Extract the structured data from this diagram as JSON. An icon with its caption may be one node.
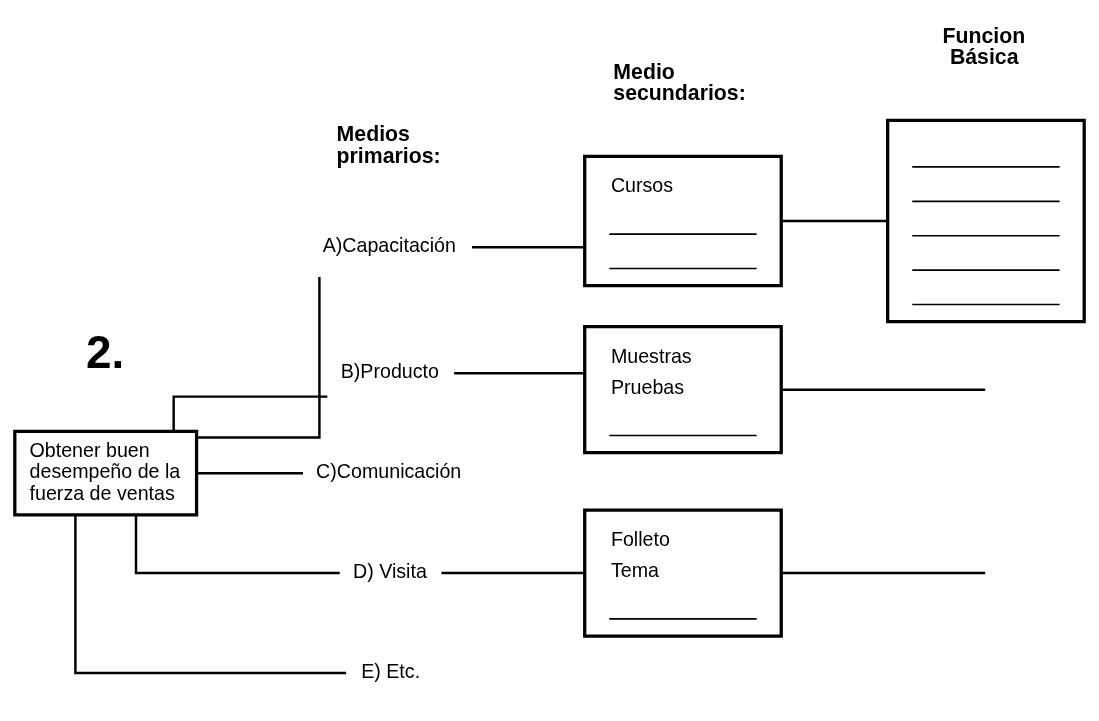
{
  "diagram": {
    "nodes": [
      {
        "text": [
          "Obtener buen desempeño de la fuerza de ventas"
        ]
      },
      {
        "text": [
          "A)Capacitación"
        ]
      },
      {
        "text": [
          "B)Producto"
        ]
      },
      {
        "text": [
          "C)Comunicación"
        ]
      },
      {
        "text": [
          "D) Visita"
        ]
      },
      {
        "text": [
          "E) Etc."
        ]
      },
      {
        "text": [
          "Cursos"
        ]
      },
      {
        "text": [
          "Muestras",
          "Pruebas"
        ]
      },
      {
        "text": [
          "Folleto",
          "Tema"
        ]
      },
      {
        "text": [],
        "shape": "box"
      }
    ],
    "edges": [
      {
        "from": 0,
        "to": 1,
        "arrow": "none"
      },
      {
        "from": 0,
        "to": 2,
        "arrow": "none"
      },
      {
        "from": 0,
        "to": 3,
        "arrow": "none"
      },
      {
        "from": 0,
        "to": 4,
        "arrow": "none"
      },
      {
        "from": 0,
        "to": 5,
        "arrow": "none"
      },
      {
        "from": 1,
        "to": 6,
        "arrow": "none"
      },
      {
        "from": 6,
        "to": 9,
        "arrow": "none"
      },
      {
        "from": 2,
        "to": 7,
        "arrow": "none"
      },
      {
        "from": 7,
        "to": null,
        "arrow": "none"
      },
      {
        "from": 4,
        "to": 8,
        "arrow": "none"
      },
      {
        "from": 8,
        "to": null,
        "arrow": "none"
      }
    ],
    "labels": [
      "2.",
      "Medios primarios:",
      "Medio secundarios:",
      "Funcion Básica"
    ]
  }
}
